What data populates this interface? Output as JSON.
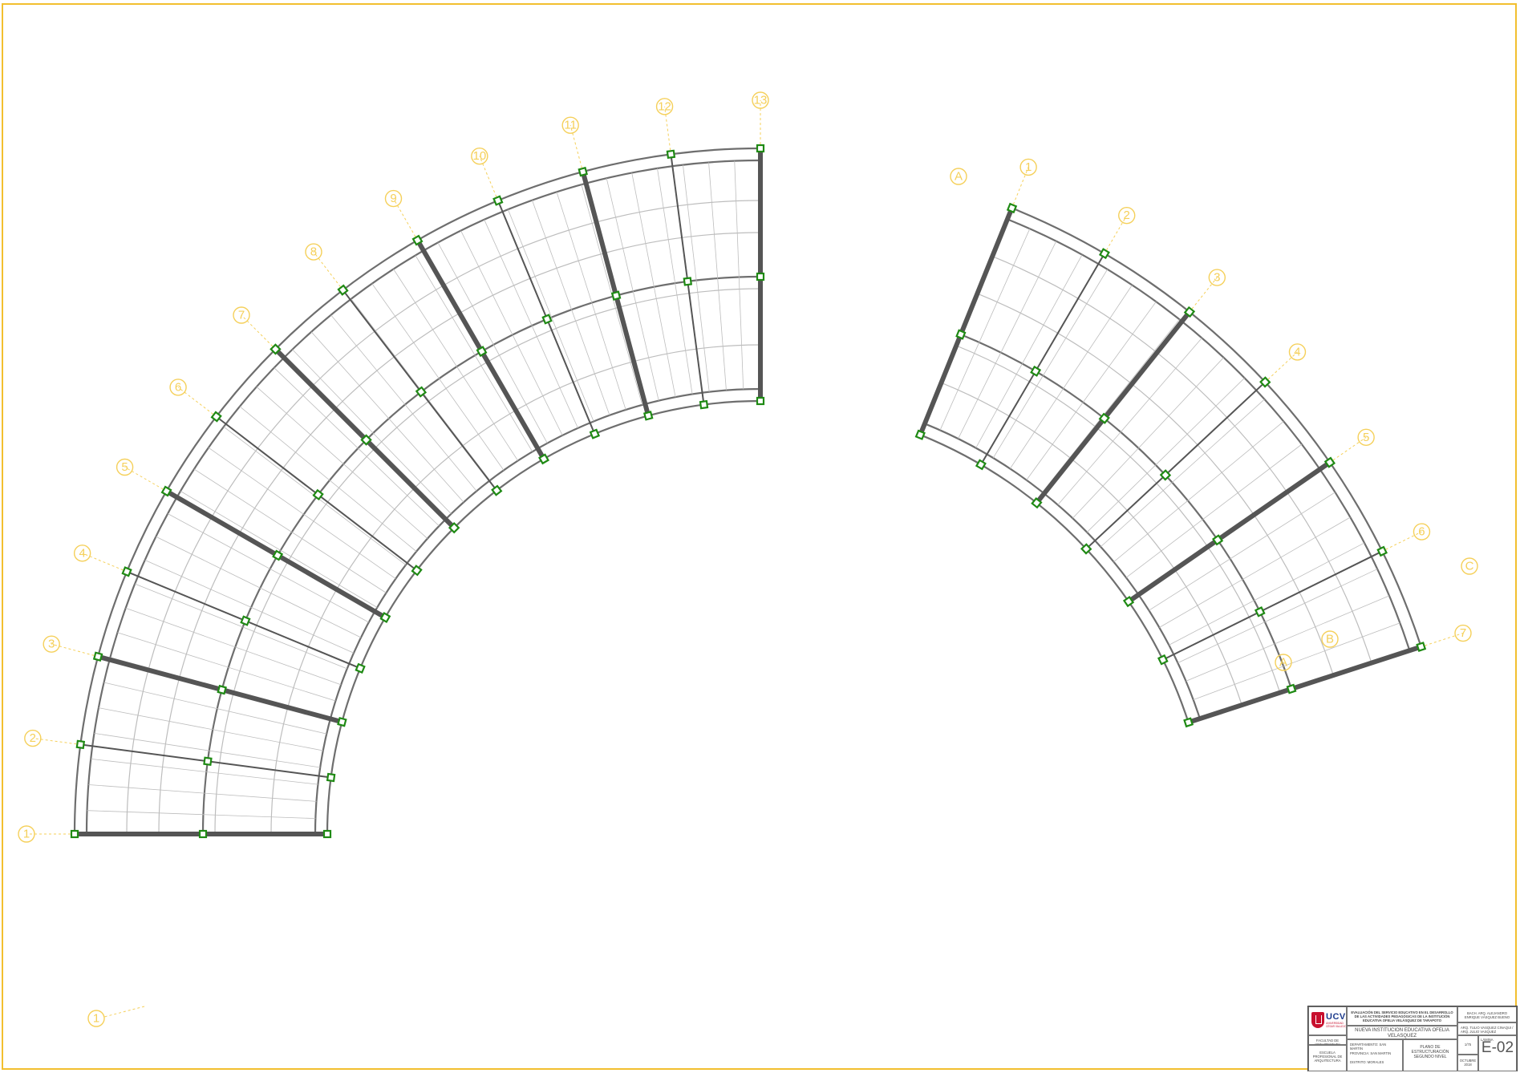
{
  "drawing": {
    "axis_labels": [
      "13",
      "12",
      "11",
      "10",
      "9",
      "8",
      "7",
      "6",
      "5",
      "4",
      "3",
      "2",
      "1",
      "1",
      "1",
      "2",
      "3",
      "4",
      "5",
      "6",
      "7",
      "A",
      "A",
      "B",
      "C"
    ],
    "colors": {
      "frame": "#f2bf2f",
      "axis": "#f5d05a",
      "beam": "#555555",
      "slab": "#bdbdbd",
      "column": "#1f8a14",
      "wall": "#6e6e6e"
    }
  },
  "title_block": {
    "university": "UCV",
    "university_sub": "UNIVERSIDAD CÉSAR VALLEJO",
    "thesis_title": "EVALUACIÓN DEL SERVICIO EDUCATIVO EN EL DESARROLLO DE LAS ACTIVIDADES PEDAGÓGICAS DE LA INSTITUCIÓN EDUCATIVA OFELIA VELÁSQUEZ DE TARAPOTO",
    "project_name": "NUEVA INSTITUCION EDUCATIVA OFELIA VELASQUEZ",
    "faculty": "FACULTAD DE ARQUITECTURA",
    "school": "ESCUELA PROFESIONAL DE ARQUITECTURA",
    "author_label": "BACH. ARQ.",
    "author": "BACH. ARQ. ALEJANDRO ENRIQUE VÁSQUEZ BUENO",
    "advisors": "ARQ. TULIO VASQUEZ CINAQUI / ARQ. JULIO VASQUEZ",
    "location_rows": [
      "DEPARTAMENTO: SAN MARTIN",
      "PROVINCIA: SAN MARTIN",
      "DISTRITO: MORALES"
    ],
    "sheet_title": "PLANO DE ESTRUCTURACIÓN SEGUNDO NIVEL",
    "scale": "1/75",
    "date": "OCTUBRE 2018",
    "sheet_label": "LÁMINA",
    "sheet_code": "E-02"
  }
}
